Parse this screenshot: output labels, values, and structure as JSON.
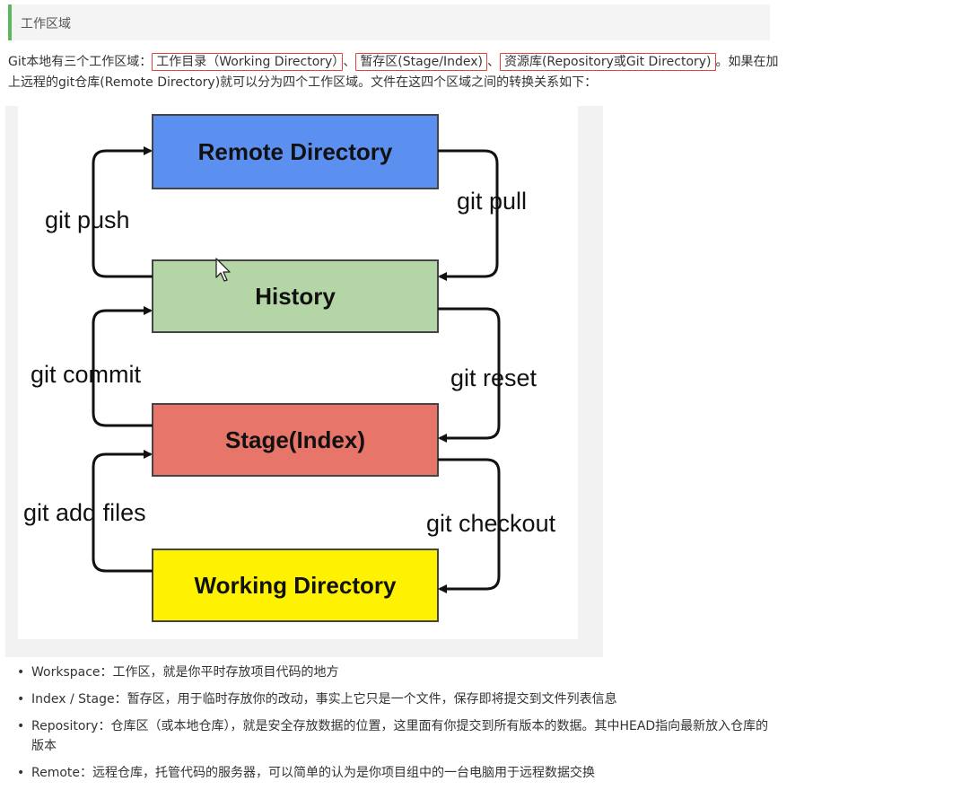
{
  "section": {
    "title": "工作区域"
  },
  "intro": {
    "prefix": "Git本地有三个工作区域：",
    "area1": "工作目录（Working Directory）",
    "sep1": "、",
    "area2": "暂存区(Stage/Index)",
    "sep2": "、",
    "area3": "资源库(Repository或Git Directory)",
    "suffix": "。如果在加",
    "line2": "上远程的git仓库(Remote Directory)就可以分为四个工作区域。文件在这四个区域之间的转换关系如下："
  },
  "diagram": {
    "boxes": {
      "remote": "Remote Directory",
      "history": "History",
      "stage": "Stage(Index)",
      "working": "Working Directory"
    },
    "labels": {
      "push": "git push",
      "pull": "git pull",
      "commit": "git commit",
      "reset": "git reset",
      "add": "git add files",
      "checkout": "git checkout"
    },
    "colors": {
      "remote": "#5b8ff0",
      "history": "#b4d6a6",
      "stage": "#e8756a",
      "working": "#fff200"
    }
  },
  "bullets": [
    "Workspace：工作区，就是你平时存放项目代码的地方",
    "Index / Stage：暂存区，用于临时存放你的改动，事实上它只是一个文件，保存即将提交到文件列表信息",
    "Repository：仓库区（或本地仓库），就是安全存放数据的位置，这里面有你提交到所有版本的数据。其中HEAD指向最新放入仓库的版本",
    "Remote：远程仓库，托管代码的服务器，可以简单的认为是你项目组中的一台电脑用于远程数据交换"
  ]
}
